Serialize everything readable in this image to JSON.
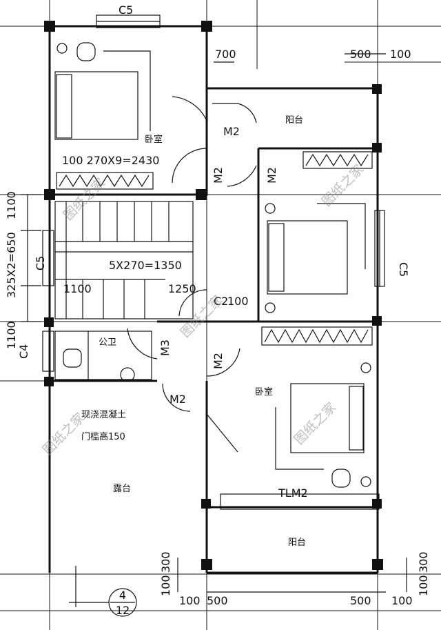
{
  "drawing": {
    "rooms": {
      "bedroom_top": "卧室",
      "balcony_top": "阳台",
      "bedroom_bottom": "卧室",
      "public_wc": "公卫",
      "terrace": "露台",
      "balcony_bottom": "阳台"
    },
    "windows": {
      "top": "C5",
      "left_stair": "C5",
      "left_wc": "C4",
      "right": "C5",
      "stair_small": "C2"
    },
    "doors": {
      "m2_a": "M2",
      "m2_b": "M2",
      "m2_c": "M2",
      "m2_d": "M2",
      "m2_e": "M2",
      "m3": "M3",
      "tlm2": "TLM2"
    },
    "stair_notes": {
      "top": "100  270X9=2430",
      "mid": "5X270=1350",
      "left": "1100",
      "right": "1250",
      "right_small": "100"
    },
    "notes": {
      "concrete": "现浇混凝土",
      "sill": "门槛高150"
    },
    "dimensions": {
      "d700": "700",
      "d500_tr": "500",
      "d100_tr": "100",
      "left_1100_top": "1100",
      "left_325": "325X2=650",
      "left_1100_bot": "1100",
      "b_300_l": "300",
      "b_100_l": "100",
      "b_300_r": "300",
      "b_100_r": "100",
      "bot_100_l": "100",
      "bot_500_l": "500",
      "bot_500_r": "500",
      "bot_100_r": "100"
    },
    "section_mark": {
      "num": "4",
      "den": "12"
    },
    "watermark": "图纸之家"
  }
}
